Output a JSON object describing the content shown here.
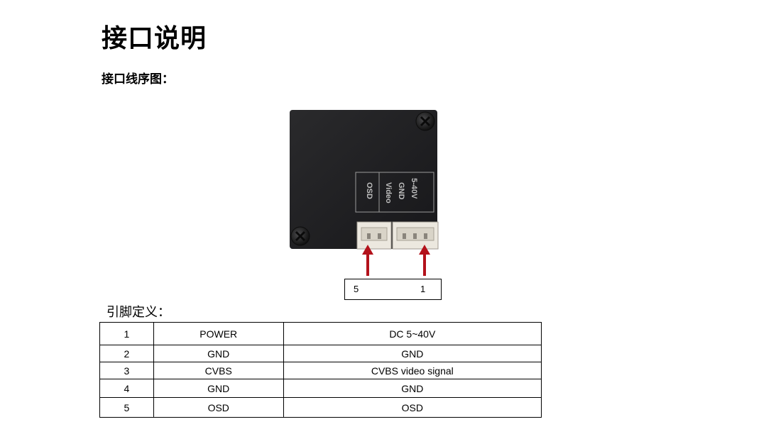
{
  "document": {
    "title": "接口说明",
    "subtitle": "接口线序图：",
    "device_labels": {
      "pin1": "5-40V",
      "pin2": "GND",
      "pin3": "Video",
      "pin5": "OSD"
    },
    "pin_callout": {
      "left": "5",
      "right": "1"
    },
    "pin_definition_label": "引脚定义：",
    "pin_table": [
      {
        "pin": "1",
        "name": "POWER",
        "desc": "DC 5~40V"
      },
      {
        "pin": "2",
        "name": "GND",
        "desc": "GND"
      },
      {
        "pin": "3",
        "name": "CVBS",
        "desc": "CVBS video signal"
      },
      {
        "pin": "4",
        "name": "GND",
        "desc": "GND"
      },
      {
        "pin": "5",
        "name": "OSD",
        "desc": "OSD"
      }
    ]
  },
  "colors": {
    "device_body": "#202022",
    "arrow": "#b3121b",
    "connector": "#ece8df"
  }
}
